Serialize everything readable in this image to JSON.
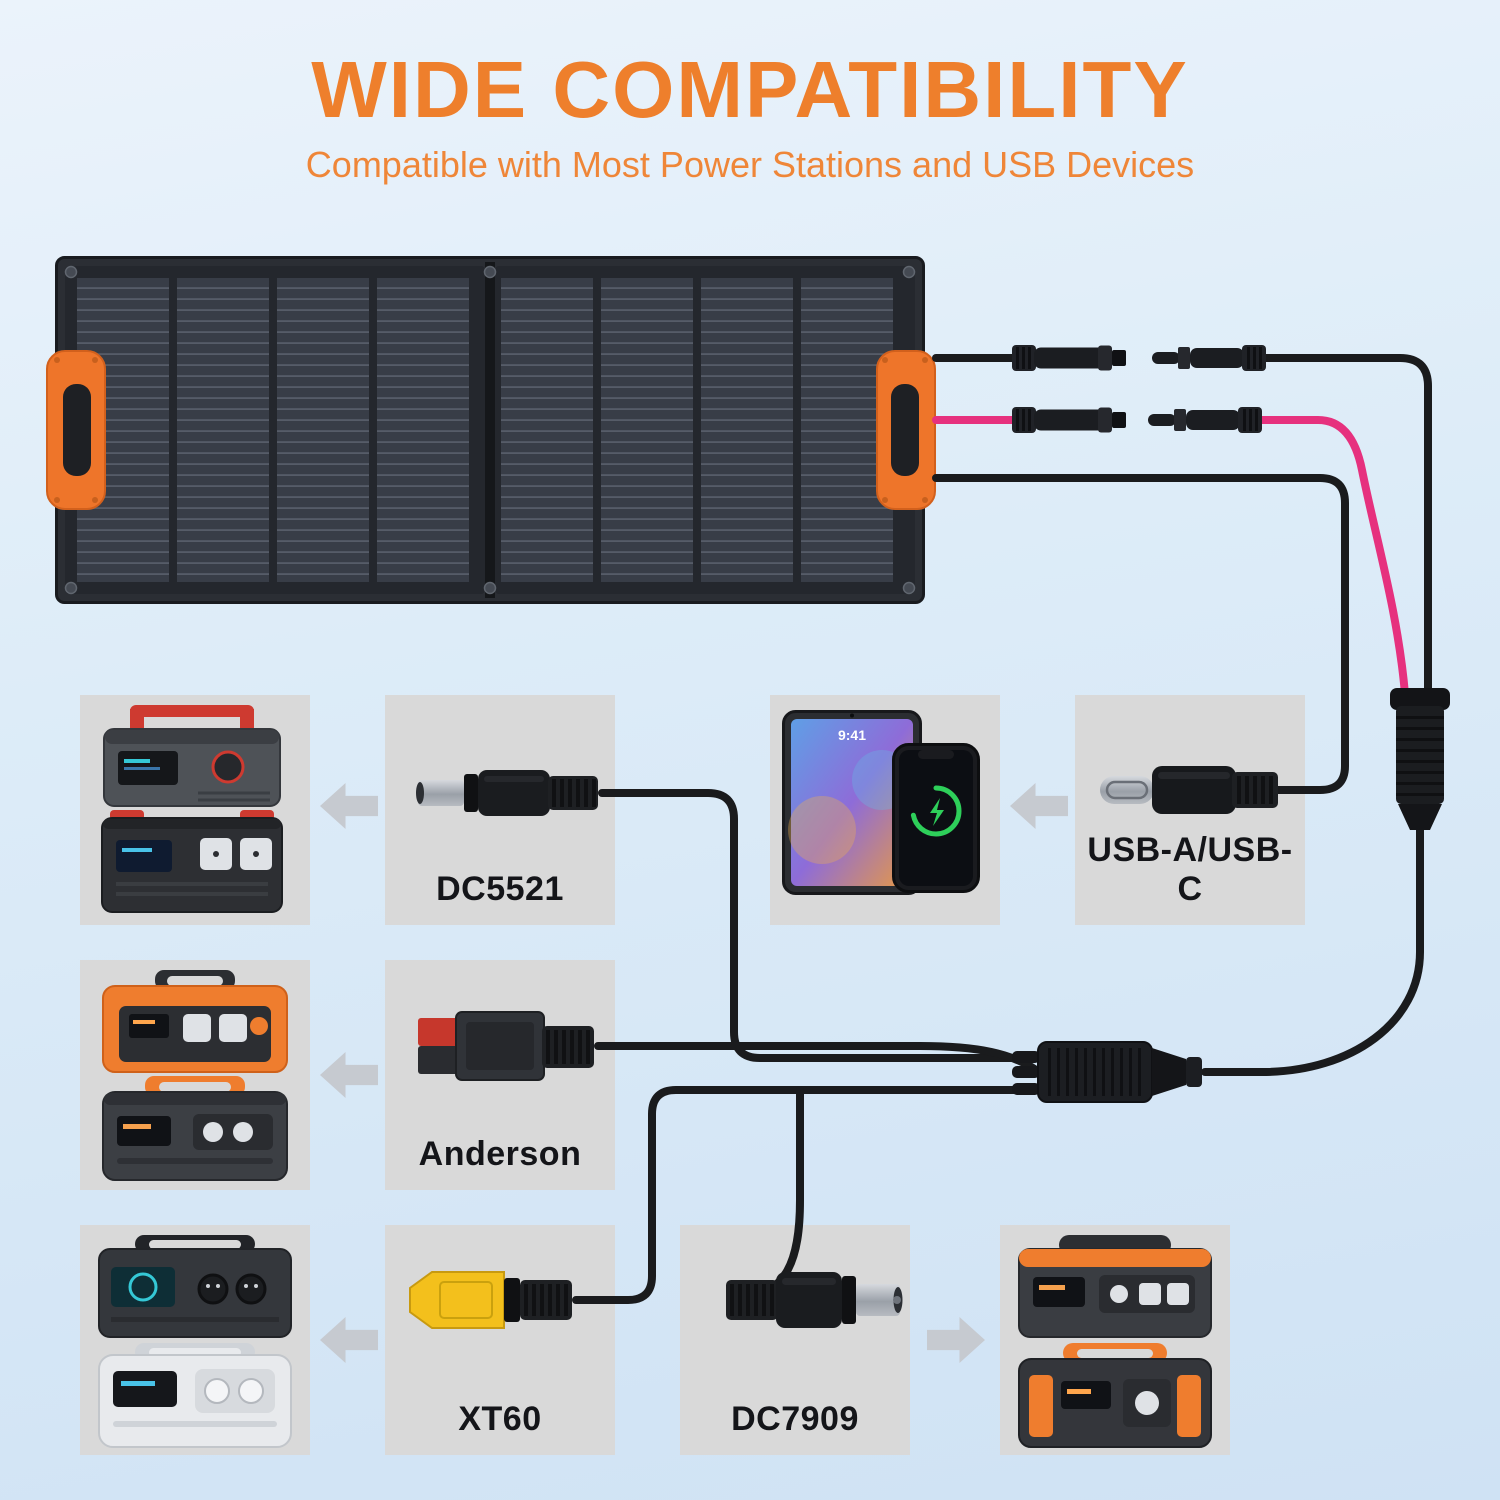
{
  "header": {
    "title": "WIDE COMPATIBILITY",
    "subtitle": "Compatible with Most Power Stations and USB Devices"
  },
  "boxes": {
    "dc5521": {
      "label": "DC5521"
    },
    "usb": {
      "label": "USB-A/USB-C"
    },
    "anderson": {
      "label": "Anderson"
    },
    "xt60": {
      "label": "XT60"
    },
    "dc7909": {
      "label": "DC7909"
    }
  },
  "devices": {
    "tablet_time": "9:41"
  },
  "colors": {
    "accent_orange": "#EE7F2C",
    "cable_black": "#1A1B1D",
    "cable_pink": "#E6317E",
    "box_gray": "#D9D9D9",
    "arrow_gray": "#C6CAD0",
    "xt60_yellow": "#F3C01C",
    "charge_green": "#2ECF5A"
  }
}
